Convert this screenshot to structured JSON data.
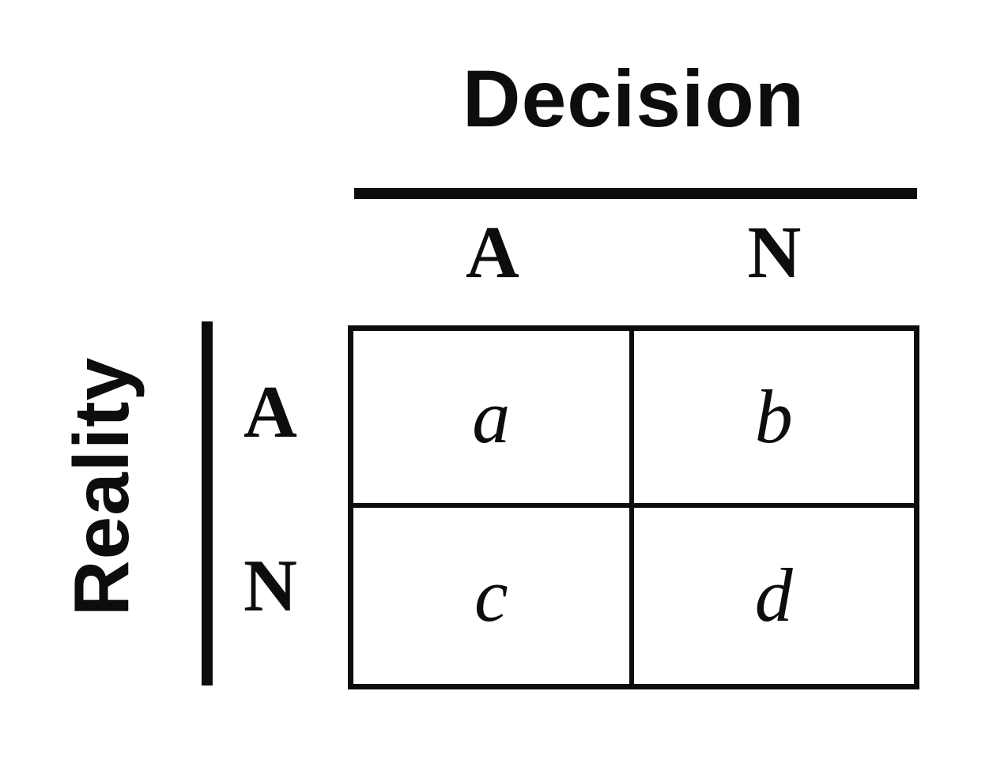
{
  "figure": {
    "background": "#ffffff",
    "ink_color": "#0d0d0d",
    "decision_title": "Decision",
    "reality_title": "Reality",
    "decision_levels": [
      "A",
      "N"
    ],
    "reality_levels": [
      "A",
      "N"
    ],
    "cells": [
      [
        "a",
        "b"
      ],
      [
        "c",
        "d"
      ]
    ]
  }
}
